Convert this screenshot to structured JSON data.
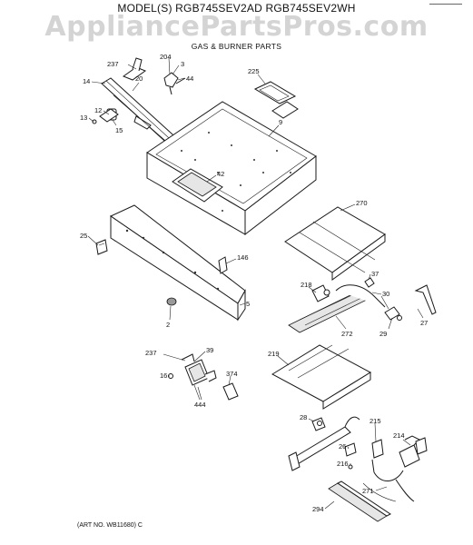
{
  "header": {
    "model_line": "MODEL(S) RGB745SEV2AD  RGB745SEV2WH",
    "section_title": "GAS & BURNER PARTS"
  },
  "watermark": "AppliancePartsPros.com",
  "footer": {
    "art_no": "(ART NO. WB11680) C"
  },
  "callouts": [
    "204",
    "3",
    "237",
    "44",
    "14",
    "20",
    "225",
    "12",
    "13",
    "15",
    "9",
    "42",
    "270",
    "25",
    "146",
    "37",
    "218",
    "30",
    "5",
    "2",
    "272",
    "27",
    "29",
    "237",
    "39",
    "219",
    "16",
    "374",
    "444",
    "28",
    "215",
    "214",
    "26",
    "216",
    "271",
    "294"
  ]
}
